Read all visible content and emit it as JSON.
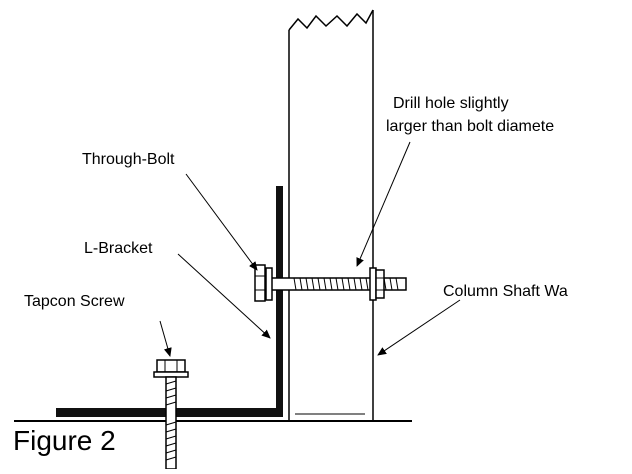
{
  "diagram": {
    "labels": {
      "drill_hole_line1": "Drill hole slightly",
      "drill_hole_line2": "larger than bolt diamete",
      "through_bolt": "Through-Bolt",
      "l_bracket": "L-Bracket",
      "column_shaft_wall": "Column Shaft Wa",
      "tapcon_screw": "Tapcon Screw"
    },
    "figure_label": "Figure 2"
  }
}
